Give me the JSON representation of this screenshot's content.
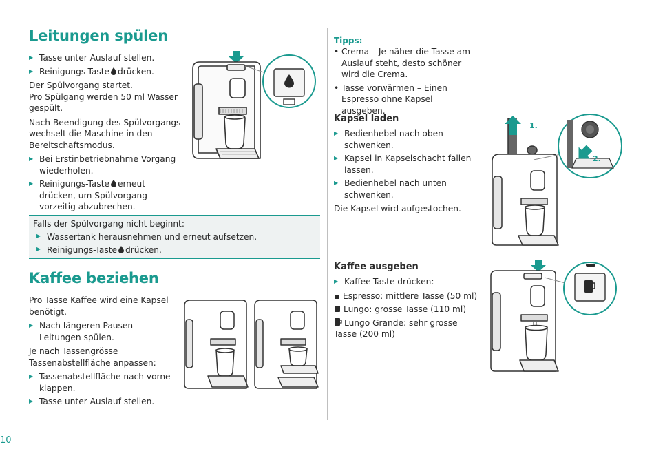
{
  "page_number": "10",
  "rinse": {
    "title": "Leitungen spülen",
    "step1": "Tasse unter Auslauf stellen.",
    "step2_a": "Reinigungs-Taste",
    "step2_b": "drücken.",
    "p1_line1": "Der Spülvorgang startet.",
    "p1_line2": "Pro Spülgang werden 50 ml Wasser gespült.",
    "p2": "Nach Beendigung des Spülvorgangs wechselt die Maschine in den Bereitschaftsmodus.",
    "step3": "Bei Erstinbetriebnahme Vorgang wiederholen.",
    "step4_a": "Reinigungs-Taste",
    "step4_b": "erneut drücken, um Spülvorgang vorzeitig abzubrechen."
  },
  "note": {
    "intro": "Falls der Spülvorgang nicht beginnt:",
    "item1": "Wassertank herausnehmen und erneut aufsetzen.",
    "item2_a": "Reinigungs-Taste",
    "item2_b": "drücken."
  },
  "coffee": {
    "title": "Kaffee beziehen",
    "p1": "Pro Tasse Kaffee wird eine Kapsel benötigt.",
    "step1": "Nach längeren Pausen Leitungen spülen.",
    "p2": "Je nach Tassengrösse Tassenabstellfläche anpassen:",
    "step2": "Tassenabstellfläche nach vorne klappen.",
    "step3": "Tasse unter Auslauf stellen."
  },
  "tips": {
    "title": "Tipps:",
    "item1": "Crema – Je näher die Tasse am Auslauf steht, desto schöner wird die Crema.",
    "item2": "Tasse vorwärmen – Einen Espresso ohne Kapsel ausgeben."
  },
  "capsule": {
    "title": "Kapsel laden",
    "step1": "Bedienhebel nach oben schwenken.",
    "step2": "Kapsel in Kapselschacht fallen lassen.",
    "step3": "Bedienhebel nach unten schwenken.",
    "p1": "Die Kapsel wird aufgestochen.",
    "label1": "1.",
    "label2": "2."
  },
  "dispense": {
    "title": "Kaffee ausgeben",
    "step1": "Kaffee-Taste drücken:",
    "size1": "Espresso: mittlere Tasse (50 ml)",
    "size2": "Lungo: grosse Tasse (110 ml)",
    "size3": "Lungo Grande: sehr grosse Tasse (200 ml)"
  },
  "colors": {
    "accent": "#1a9a8f",
    "text": "#2a2a2a",
    "note_bg": "#eef2f2"
  }
}
